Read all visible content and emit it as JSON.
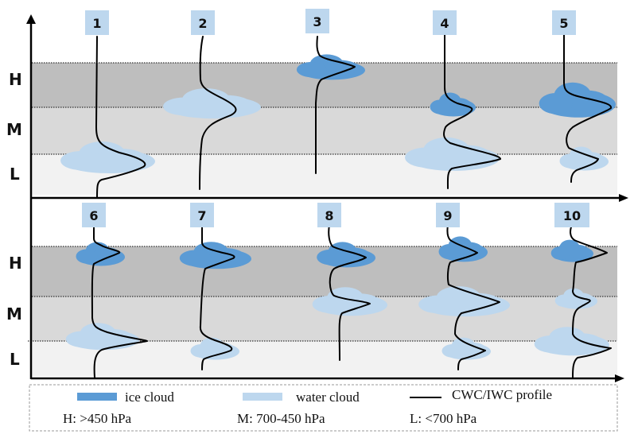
{
  "colors": {
    "band_H": "#bebebe",
    "band_M": "#d9d9d9",
    "band_L": "#f2f2f2",
    "ice_cloud": "#5b9bd5",
    "water_cloud": "#bdd7ee",
    "label_box": "#bdd7ee",
    "profile": "#000000",
    "axis": "#000000",
    "legend_border": "#9a9a9a"
  },
  "levels": [
    {
      "key": "H",
      "label": "H"
    },
    {
      "key": "M",
      "label": "M"
    },
    {
      "key": "L",
      "label": "L"
    }
  ],
  "panels": [
    {
      "name": "top",
      "cases": [
        {
          "id": "1",
          "clouds": [
            {
              "type": "water",
              "level": "M-L boundary",
              "size": "large"
            }
          ]
        },
        {
          "id": "2",
          "clouds": [
            {
              "type": "water",
              "level": "H-M boundary",
              "size": "large"
            }
          ]
        },
        {
          "id": "3",
          "clouds": [
            {
              "type": "ice",
              "level": "H top",
              "size": "medium"
            }
          ]
        },
        {
          "id": "4",
          "clouds": [
            {
              "type": "ice",
              "level": "H-M boundary",
              "size": "small"
            },
            {
              "type": "water",
              "level": "M-L boundary",
              "size": "large"
            }
          ]
        },
        {
          "id": "5",
          "clouds": [
            {
              "type": "ice",
              "level": "H-M boundary",
              "size": "large"
            },
            {
              "type": "water",
              "level": "L",
              "size": "small"
            }
          ]
        }
      ]
    },
    {
      "name": "bottom",
      "cases": [
        {
          "id": "6",
          "clouds": [
            {
              "type": "ice",
              "level": "H top",
              "size": "small"
            },
            {
              "type": "water",
              "level": "M-L boundary",
              "size": "large"
            }
          ]
        },
        {
          "id": "7",
          "clouds": [
            {
              "type": "ice",
              "level": "H top",
              "size": "medium"
            },
            {
              "type": "water",
              "level": "L",
              "size": "small"
            }
          ]
        },
        {
          "id": "8",
          "clouds": [
            {
              "type": "ice",
              "level": "H top",
              "size": "medium"
            },
            {
              "type": "water",
              "level": "H-M boundary",
              "size": "medium"
            }
          ]
        },
        {
          "id": "9",
          "clouds": [
            {
              "type": "ice",
              "level": "H top",
              "size": "small"
            },
            {
              "type": "water",
              "level": "H-M boundary",
              "size": "large"
            },
            {
              "type": "water",
              "level": "L",
              "size": "small"
            }
          ]
        },
        {
          "id": "10",
          "clouds": [
            {
              "type": "ice",
              "level": "H top",
              "size": "small"
            },
            {
              "type": "water",
              "level": "H-M boundary",
              "size": "small"
            },
            {
              "type": "water",
              "level": "M-L boundary",
              "size": "large"
            }
          ]
        }
      ]
    }
  ],
  "legend": {
    "ice_label": "ice cloud",
    "water_label": "water cloud",
    "profile_label": "CWC/IWC profile",
    "level_H": "H: >450 hPa",
    "level_M": "M: 700-450 hPa",
    "level_L": "L: <700 hPa"
  }
}
